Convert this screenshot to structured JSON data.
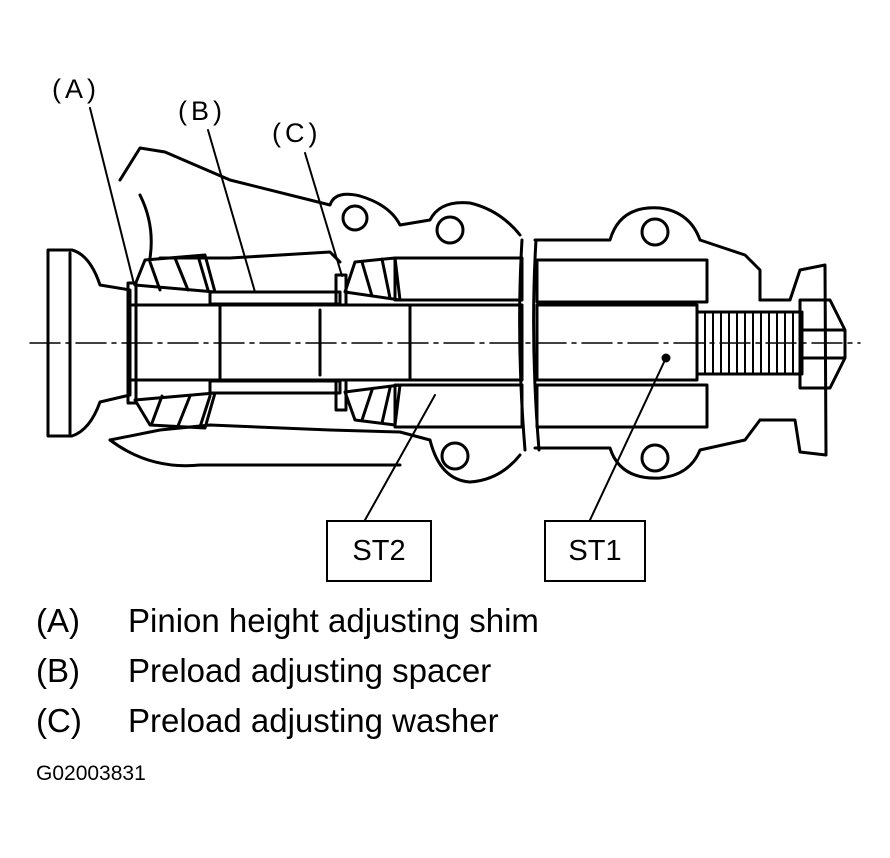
{
  "callouts": {
    "a": "(A)",
    "b": "(B)",
    "c": "(C)"
  },
  "tools": {
    "st2": "ST2",
    "st1": "ST1"
  },
  "legend": [
    {
      "key": "(A)",
      "text": "Pinion height adjusting shim"
    },
    {
      "key": "(B)",
      "text": "Preload adjusting spacer"
    },
    {
      "key": "(C)",
      "text": "Preload adjusting washer"
    }
  ],
  "figure_code": "G02003831"
}
